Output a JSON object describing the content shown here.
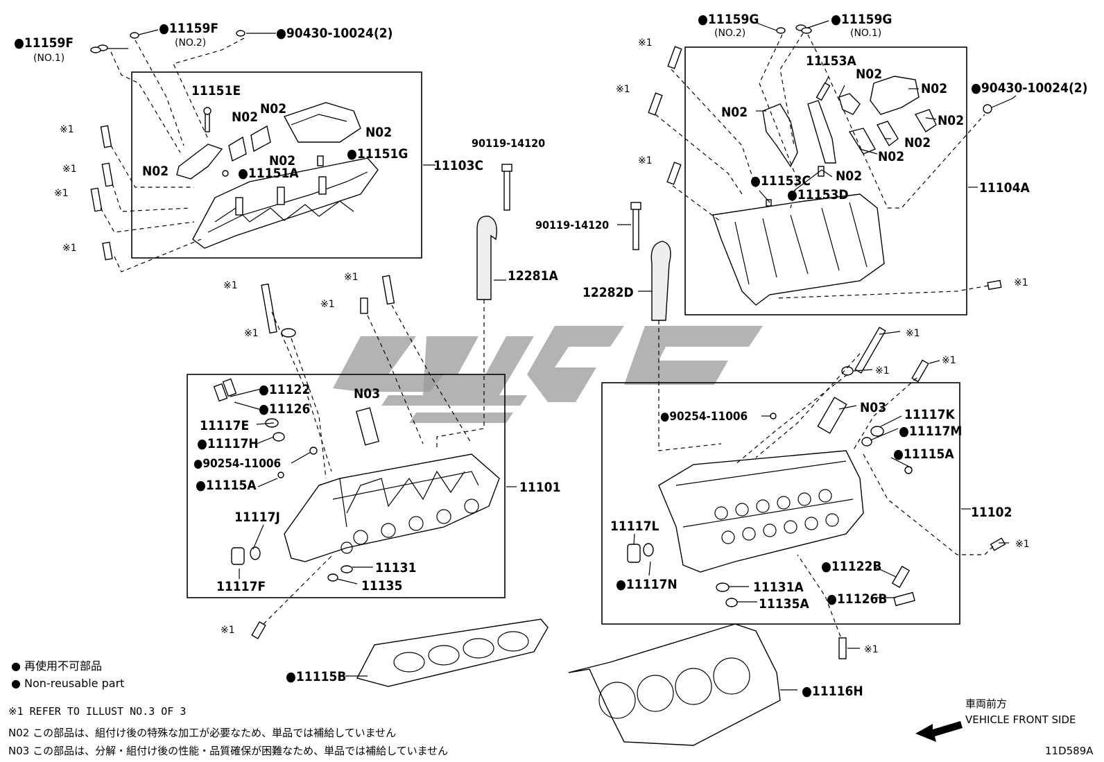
{
  "labels": {
    "p11159F": "●11159F",
    "p11159F_sub": "(NO.1)",
    "p11159F2": "●11159F",
    "p11159F2_sub": "(NO.2)",
    "p90430_left": "●90430-10024(2)",
    "p11151E": "11151E",
    "p11151G": "●11151G",
    "p11151A": "●11151A",
    "p11103C": "11103C",
    "p90119_left": "90119-14120",
    "p12281A": "12281A",
    "p11122": "●11122",
    "p11126": "●11126",
    "p11117E": "11117E",
    "p11117H": "●11117H",
    "p90254_left": "●90254-11006",
    "p11115A_left": "●11115A",
    "p11117J": "11117J",
    "p11117F": "11117F",
    "p11131": "11131",
    "p11135": "11135",
    "p11101": "11101",
    "p11115B": "●11115B",
    "p11159G2": "●11159G",
    "p11159G2_sub": "(NO.2)",
    "p11159G1": "●11159G",
    "p11159G1_sub": "(NO.1)",
    "p11153A": "11153A",
    "p90430_right": "●90430-10024(2)",
    "p11104A": "11104A",
    "p11153C": "●11153C",
    "p11153D": "●11153D",
    "p90119_right": "90119-14120",
    "p12282D": "12282D",
    "p90254_right": "●90254-11006",
    "p11117K": "11117K",
    "p11117M": "●11117M",
    "p11115A_right": "●11115A",
    "p11102": "11102",
    "p11117L": "11117L",
    "p11117N": "●11117N",
    "p11131A": "11131A",
    "p11135A": "11135A",
    "p11122B": "●11122B",
    "p11126B": "●11126B",
    "p11116H": "●11116H",
    "N02": "N02",
    "N03": "N03",
    "ref": "※1"
  },
  "legend": {
    "jp": "● 再使用不可部品",
    "en": "● Non-reusable part",
    "ref_note": "※1 REFER TO ILLUST NO.3 OF 3",
    "n02": "N02  この部品は、組付け後の特殊な加工が必要なため、単品では補給していません",
    "n03": "N03  この部品は、分解・組付け後の性能・品質確保が困難なため、単品では補給していません"
  },
  "direction": {
    "jp": "車両前方",
    "en": "VEHICLE FRONT SIDE"
  },
  "diagram_id": "11D589A",
  "colors": {
    "line": "#000000",
    "watermark": "#9a9a9a"
  }
}
